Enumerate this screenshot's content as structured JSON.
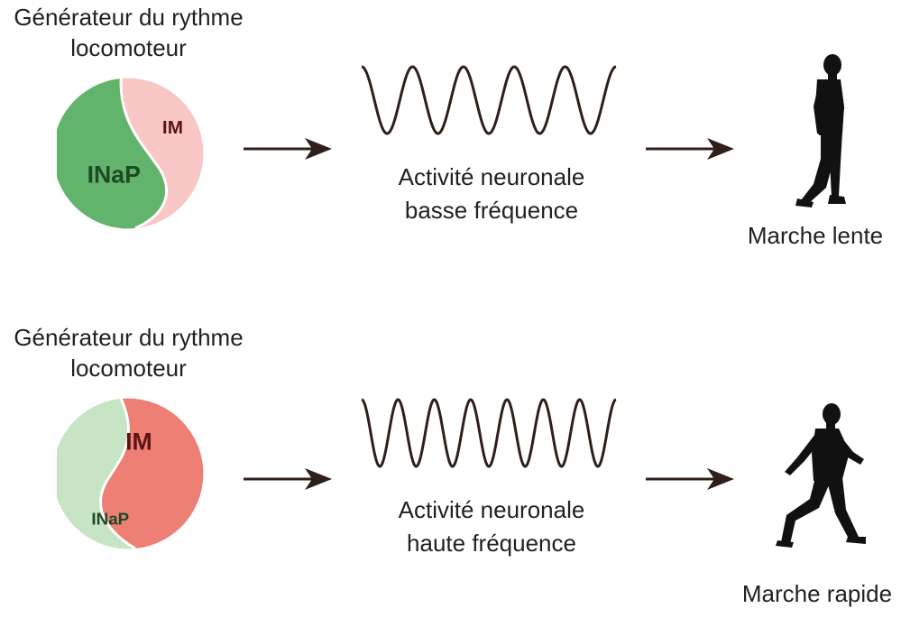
{
  "rows": [
    {
      "generator": {
        "title_line1": "Générateur du rythme",
        "title_line2": "locomoteur",
        "dominant_label": "INaP",
        "minor_label": "IM",
        "dominant_color": "#62b46c",
        "minor_color": "#f9c8c6"
      },
      "activity": {
        "line1": "Activité neuronale",
        "line2": "basse fréquence",
        "cycles": 5
      },
      "result": {
        "label": "Marche lente",
        "figure": "slow-walker-icon"
      }
    },
    {
      "generator": {
        "title_line1": "Générateur du rythme",
        "title_line2": "locomoteur",
        "dominant_label": "IM",
        "minor_label": "INaP",
        "dominant_color": "#ee7f75",
        "minor_color": "#c7e4c4"
      },
      "activity": {
        "line1": "Activité neuronale",
        "line2": "haute fréquence",
        "cycles": 7
      },
      "result": {
        "label": "Marche rapide",
        "figure": "fast-walker-icon"
      }
    }
  ],
  "colors": {
    "line": "#2f1f1a",
    "text": "#231f20",
    "figure": "#111111",
    "label_dark": "#1d4a25",
    "label_red": "#5a1414"
  }
}
